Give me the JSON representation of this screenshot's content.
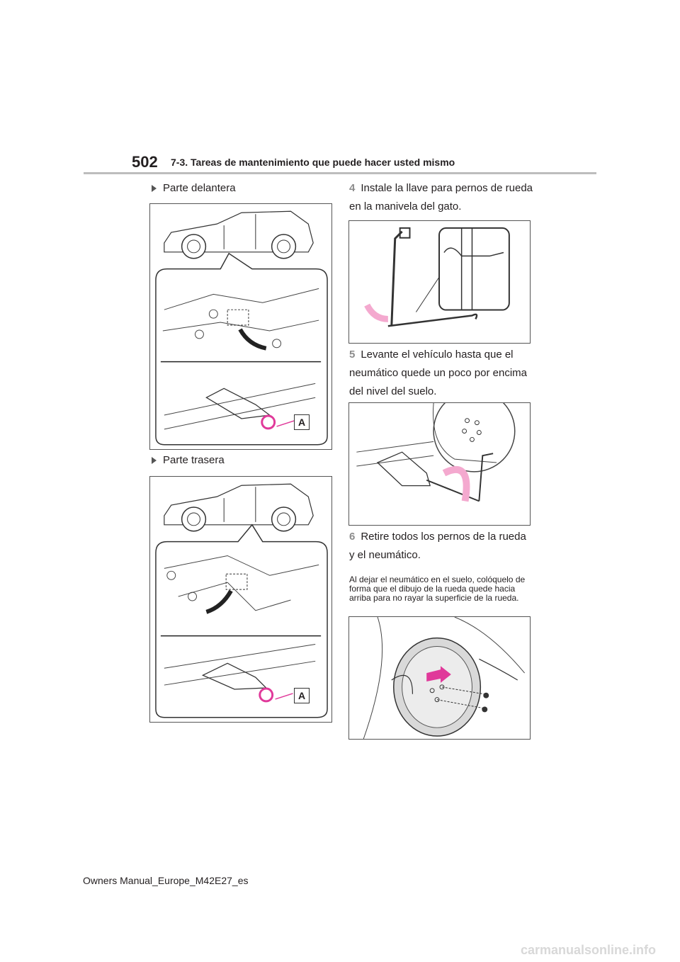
{
  "header": {
    "page_number": "502",
    "section_title": "7-3. Tareas de mantenimiento que puede hacer usted mismo"
  },
  "left": {
    "front_label": "Parte delantera",
    "rear_label": "Parte trasera",
    "callout_a": "A"
  },
  "steps": [
    {
      "num": "4",
      "text": "Instale la llave para pernos de rueda en la manivela del gato."
    },
    {
      "num": "5",
      "text": "Levante el vehículo hasta que el neumático quede un poco por encima del nivel del suelo."
    },
    {
      "num": "6",
      "text": "Retire todos los pernos de la rueda y el neumático."
    }
  ],
  "note": "Al dejar el neumático en el suelo, colóquelo de forma que el dibujo de la rueda quede hacia arriba para no rayar la superficie de la rueda.",
  "footer": {
    "manual_id": "Owners Manual_Europe_M42E27_es"
  },
  "watermark": "carmanualsonline.info",
  "colors": {
    "accent_pink": "#e0399a",
    "highlight_pink": "#f4a9cf",
    "rule_gray": "#bdbdbd"
  }
}
